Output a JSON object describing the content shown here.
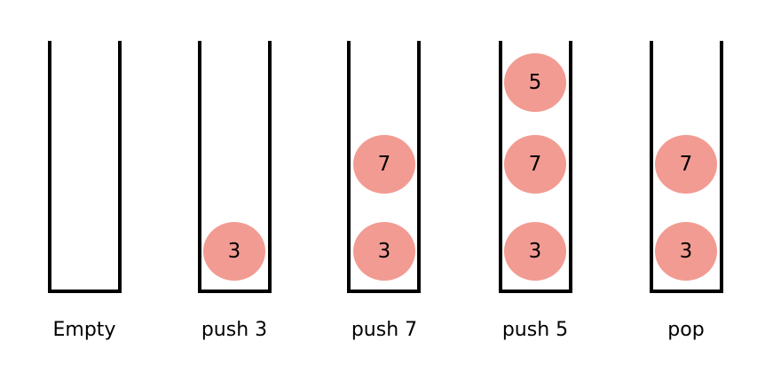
{
  "colors": {
    "ball_fill": "#f29b92",
    "outline": "#000000"
  },
  "stacks": [
    {
      "label": "Empty",
      "items": []
    },
    {
      "label": "push 3",
      "items": [
        "3"
      ]
    },
    {
      "label": "push 7",
      "items": [
        "3",
        "7"
      ]
    },
    {
      "label": "push 5",
      "items": [
        "3",
        "7",
        "5"
      ]
    },
    {
      "label": "pop",
      "items": [
        "3",
        "7"
      ]
    }
  ]
}
